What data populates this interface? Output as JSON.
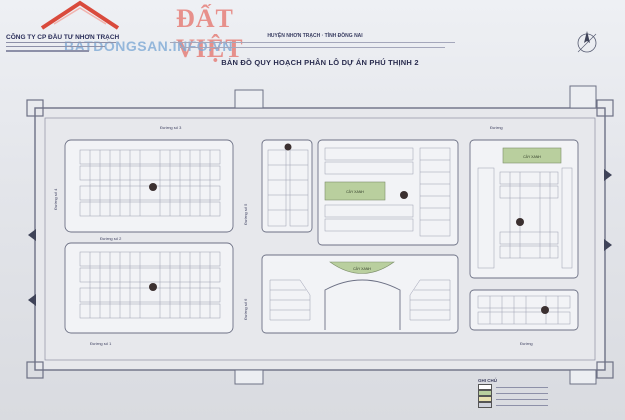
{
  "brand": {
    "name": "ĐẤT VIỆT",
    "watermark": "BATDONGSAN.INFO.VN",
    "roof_color": "#d94a3c"
  },
  "header": {
    "company": "CÔNG TY CP ĐẦU TƯ NHƠN TRẠCH",
    "district": "HUYỆN NHƠN TRẠCH · TỈNH ĐỒNG NAI",
    "title": "BẢN ĐỒ QUY HOẠCH PHÂN LÔ DỰ ÁN PHÚ THỊNH 2"
  },
  "roads": {
    "top": "Đường số 3",
    "top_right": "Đường",
    "left_vertical": "Đường số 4",
    "mid_vertical_left": "Đường số 5",
    "mid_vertical_right": "Đường số 6",
    "center_left": "Đường số 2",
    "bottom": "Đường số 1",
    "bottom_right": "Đường"
  },
  "park_labels": {
    "park_1": "CÂY XANH",
    "park_2": "CÂY XANH",
    "park_3": "CÂY XANH"
  },
  "colors": {
    "park": "#b9cf9e",
    "road": "#eceef2",
    "line": "#6d7185"
  },
  "legend": {
    "title": "GHI CHÚ",
    "rows": [
      {
        "color": "#ffffff"
      },
      {
        "color": "#b9cf9e"
      },
      {
        "color": "#e8e1b0"
      },
      {
        "color": "#cfd2dc"
      }
    ]
  },
  "icons": {
    "compass": "north-arrow-icon"
  }
}
